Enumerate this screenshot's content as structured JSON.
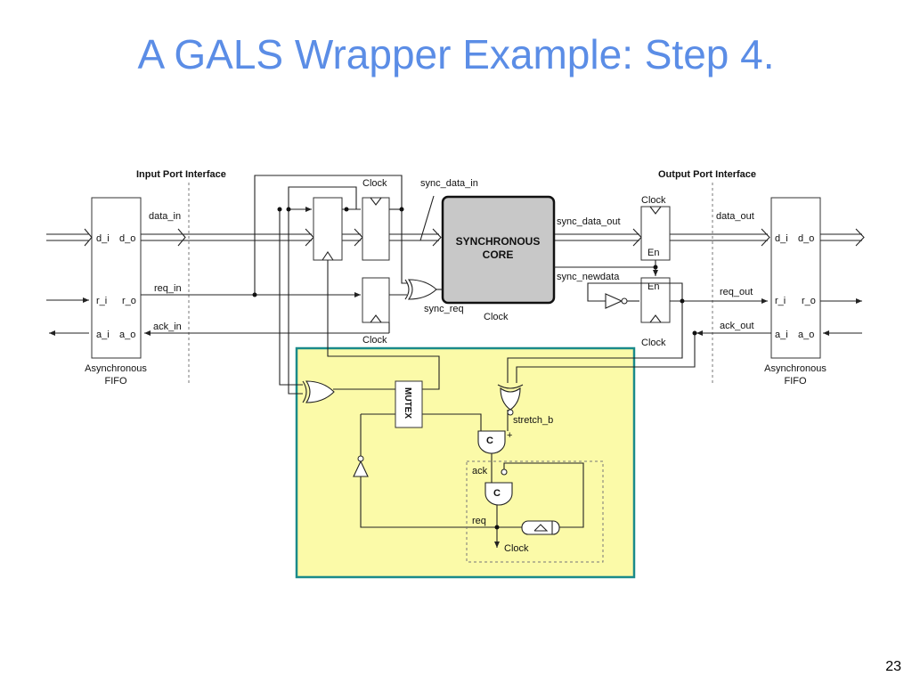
{
  "slide": {
    "title": "A GALS Wrapper Example: Step 4.",
    "page_number": "23"
  },
  "diagram": {
    "input_port_title": "Input Port Interface",
    "output_port_title": "Output Port Interface",
    "core_line1": "SYNCHRONOUS",
    "core_line2": "CORE",
    "core_clock": "Clock",
    "clock_top": "Clock",
    "clock_bottom": "Clock",
    "clock_out_top": "Clock",
    "clock_out_bottom": "Clock",
    "sync_data_in": "sync_data_in",
    "sync_data_out": "sync_data_out",
    "sync_newdata": "sync_newdata",
    "sync_req": "sync_req",
    "data_in": "data_in",
    "req_in": "req_in",
    "ack_in": "ack_in",
    "data_out": "data_out",
    "req_out": "req_out",
    "ack_out": "ack_out",
    "en1": "En",
    "en2": "En",
    "fifo_left": {
      "d_i": "d_i",
      "d_o": "d_o",
      "r_i": "r_i",
      "r_o": "r_o",
      "a_i": "a_i",
      "a_o": "a_o",
      "caption1": "Asynchronous",
      "caption2": "FIFO"
    },
    "fifo_right": {
      "d_i": "d_i",
      "d_o": "d_o",
      "r_i": "r_i",
      "r_o": "r_o",
      "a_i": "a_i",
      "a_o": "a_o",
      "caption1": "Asynchronous",
      "caption2": "FIFO"
    },
    "mutex": "MUTEX",
    "c1": "C",
    "c2": "C",
    "plus": "+",
    "stretch_b": "stretch_b",
    "ack": "ack",
    "req": "req",
    "clock_gen": "Clock"
  },
  "colors": {
    "title": "#5b8de6",
    "highlight_fill": "#fbfaa8",
    "highlight_border": "#1a8a8a",
    "core_fill": "#c8c8c8"
  }
}
